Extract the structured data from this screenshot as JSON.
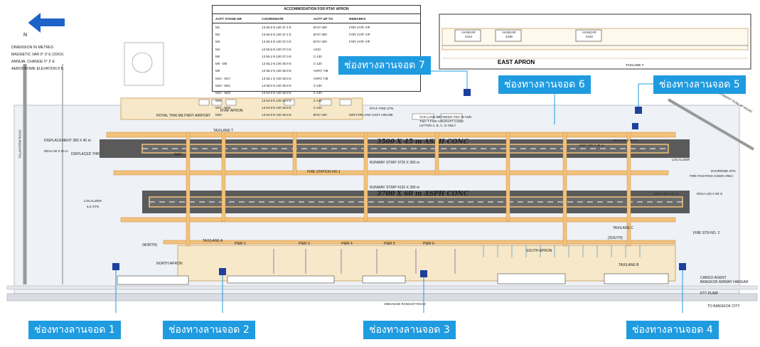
{
  "legend": {
    "north": "N",
    "notes": [
      "DIMENSION IN METRES",
      "MAGNETIC VAR 0° 0' E (20XX)",
      "ANNUAL CHANGE 0° 3' E",
      "AERODROME ELEVATION 8 ft."
    ]
  },
  "stand_table": {
    "title": "ACCOMMODATION FOR RTAF APRON",
    "headers": [
      "ACFT STAND NR",
      "COORDINATE",
      "ACFT UP TO",
      "REMARKS"
    ],
    "rows": [
      [
        "M1",
        "13 55.6 N 100 37.1 E",
        "B747-400",
        "FOR VVIP, VIP"
      ],
      [
        "M2",
        "13 55.6 N 100 37.1 E",
        "B747-400",
        "FOR VVIP, VIP"
      ],
      [
        "M3",
        "13 55.5 N 100 37.0 E",
        "B747-400",
        "FOR VVIP, VIP"
      ],
      [
        "M4",
        "13 55.5 N 100 37.0 E",
        "A310",
        ""
      ],
      [
        "M5",
        "13 55.2 N 100 37.0 E",
        "C-130",
        ""
      ],
      [
        "M6 - M8",
        "13 55.2 N 100 36.9 E",
        "C-130",
        ""
      ],
      [
        "M9",
        "13 55.2 N 100 36.9 E",
        "AVRO 748",
        ""
      ],
      [
        "M10 - M17",
        "13 55.1 N 100 36.9 E",
        "AVRO 748",
        ""
      ],
      [
        "M18 - M21",
        "13 55.0 N 100 36.9 E",
        "C-130",
        ""
      ],
      [
        "M22 - M25",
        "13 54.9 N 100 36.8 E",
        "C-130",
        ""
      ],
      [
        "M26",
        "13 54.9 N 100 36.8 E",
        "C-130",
        ""
      ],
      [
        "M27 - M28",
        "13 54.8 N 100 36.8 E",
        "C-130",
        ""
      ],
      [
        "M29",
        "13 54.8 N 100 36.8 E",
        "B747-400",
        "M29 FOR LOW COST AIRLINE"
      ]
    ]
  },
  "east_apron": {
    "title": "EAST APRON",
    "hangars": [
      "HANGAR\n4414",
      "HANGAR\n4435",
      "HANGAR\n4432"
    ],
    "taxilane": "TAXILANE T"
  },
  "runways": [
    {
      "name": "3500 X 45 m  ASPH CONC",
      "strip": "RUNWAY STRIP 3720 X 300 m"
    },
    {
      "name": "3700 X 60 m  ASPH CONC",
      "strip": "RUNWAY STRIP 4120 X 300 m"
    }
  ],
  "labels": {
    "displacement": "DISPLACEMENT 380 X 45 m",
    "displaced_thr": "DISPLACED THR",
    "taxilane_t": "TAXILANE T",
    "taxilane_c": "TAXILANE C",
    "taxilane_b": "TAXILANE B",
    "taxilane_a": "TAXILANE A",
    "papi": "PAPI",
    "fire_station_1": "FIRE STATION NO.1",
    "fire_station_2": "FIRE STN NO. 2",
    "rtaf_fire_stn": "RTAF FIRE STN",
    "rtaf_apron": "RTAF APRON",
    "royal_thai": "ROYAL THAI MILITARY AIRPORT",
    "north_apron": "NORTH APRON",
    "south_apron": "SOUTH APRON",
    "taxi_lane_note": "TAXI LANE BETWEEN TWY W AND TWY T FOR AIRCRAFT CODE LETTER A, B, C, D ONLY",
    "cargo_agent": "CARGO AGENT\nBANGKOK AIRWAY HANGAR",
    "ptt_pump": "PTT PUMP",
    "to_bangkok": "TO BANGKOK CITY",
    "vibhavadi": "VIBHAVADI RANGSIT ROAD",
    "thepwarit": "THEPWARIT PUNLAP ROAD",
    "talapatem": "TALAPATEM ROAD",
    "fire_fighting": "FIRE FIGHTING ICEER AREA",
    "dvor": "DVOR/DME STN",
    "resa1": "RESA 90 X 90 m",
    "resa2": "RESA 120 X 90 m",
    "swy1": "SWY 100 X 45 m",
    "swy2": "SWY 150 X 60 m",
    "localizer": "LOCALIZER",
    "ils": "ILS STN",
    "piers": [
      "PIER 1",
      "PIER 3",
      "PIER 4",
      "PIER 5",
      "PIER 6"
    ],
    "south": "(SOUTH)",
    "north": "(NORTH)"
  },
  "callouts": [
    "ช่องทางลานจอด 1",
    "ช่องทางลานจอด 2",
    "ช่องทางลานจอด 3",
    "ช่องทางลานจอด 4",
    "ช่องทางลานจอด 5",
    "ช่องทางลานจอด 6",
    "ช่องทางลานจอด 7"
  ],
  "colors": {
    "callout": "#1f9be0",
    "marker": "#1d3f9e",
    "runway": "#5a5a5a",
    "taxiway": "#f2c27b",
    "apron": "#f6e8c8",
    "grass": "#e6ebf2"
  }
}
